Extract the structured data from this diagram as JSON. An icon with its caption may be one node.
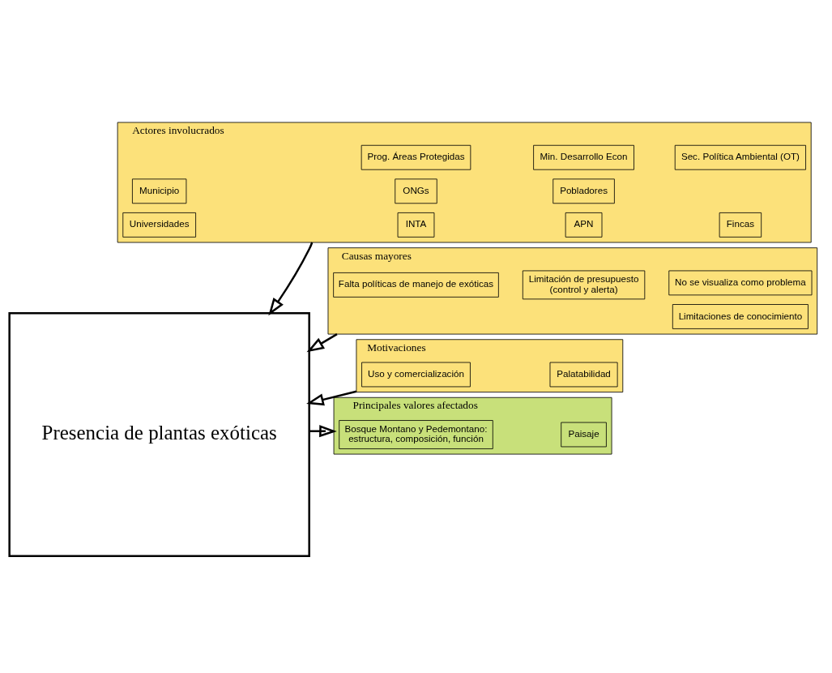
{
  "diagram": {
    "nodes": [
      {
        "text": [
          "Presencia de plantas exóticas"
        ]
      },
      {
        "text": [
          "Actores involucrados"
        ]
      },
      {
        "text": [
          "Prog. Áreas Protegidas"
        ],
        "in": 1
      },
      {
        "text": [
          "Min. Desarrollo Econ"
        ],
        "in": 1
      },
      {
        "text": [
          "Sec. Política Ambiental (OT)"
        ],
        "in": 1
      },
      {
        "text": [
          "Municipio"
        ],
        "in": 1
      },
      {
        "text": [
          "ONGs"
        ],
        "in": 1
      },
      {
        "text": [
          "Pobladores"
        ],
        "in": 1
      },
      {
        "text": [
          "Universidades"
        ],
        "in": 1
      },
      {
        "text": [
          "INTA"
        ],
        "in": 1
      },
      {
        "text": [
          "APN"
        ],
        "in": 1
      },
      {
        "text": [
          "Fincas"
        ],
        "in": 1
      },
      {
        "text": [
          "Causas mayores"
        ]
      },
      {
        "text": [
          "Falta políticas de manejo de exóticas"
        ],
        "in": 12
      },
      {
        "text": [
          "Limitación de presupuesto",
          "(control y alerta)"
        ],
        "in": 12
      },
      {
        "text": [
          "No se visualiza como problema"
        ],
        "in": 12
      },
      {
        "text": [
          "Limitaciones de conocimiento"
        ],
        "in": 12
      },
      {
        "text": [
          "Motivaciones"
        ]
      },
      {
        "text": [
          "Uso y comercialización"
        ],
        "in": 17
      },
      {
        "text": [
          "Palatabilidad"
        ],
        "in": 17
      },
      {
        "text": [
          "Principales valores afectados"
        ]
      },
      {
        "text": [
          "Bosque Montano y Pedemontano:",
          "estructura, composición, función"
        ],
        "in": 20
      },
      {
        "text": [
          "Paisaje"
        ],
        "in": 20
      }
    ],
    "edges": [
      {
        "from": 1,
        "to": 0,
        "arrow": "to"
      },
      {
        "from": 12,
        "to": 0,
        "arrow": "to"
      },
      {
        "from": 17,
        "to": 0,
        "arrow": "to"
      },
      {
        "from": 0,
        "to": 20,
        "arrow": "to"
      }
    ]
  }
}
